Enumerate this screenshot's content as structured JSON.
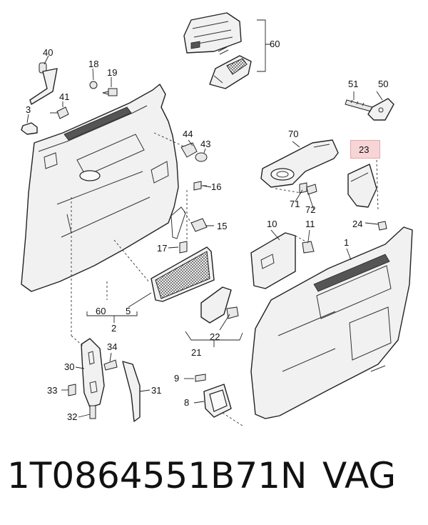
{
  "diagram": {
    "callouts": {
      "c60_top": "60",
      "c40": "40",
      "c18": "18",
      "c19": "19",
      "c41": "41",
      "c3": "3",
      "c44": "44",
      "c43": "43",
      "c16": "16",
      "c15": "15",
      "c17": "17",
      "c60_bottom": "60",
      "c5": "5",
      "c2": "2",
      "c70": "70",
      "c51": "51",
      "c50": "50",
      "c23": "23",
      "c71": "71",
      "c72": "72",
      "c10": "10",
      "c11": "11",
      "c1": "1",
      "c24": "24",
      "c22": "22",
      "c21": "21",
      "c34": "34",
      "c30": "30",
      "c33": "33",
      "c31": "31",
      "c32": "32",
      "c9": "9",
      "c8": "8"
    },
    "highlighted_callout": "23",
    "highlight_color": "#f7d5d7"
  },
  "caption": {
    "part_number": "1T0864551B71N",
    "brand": "VAG"
  }
}
